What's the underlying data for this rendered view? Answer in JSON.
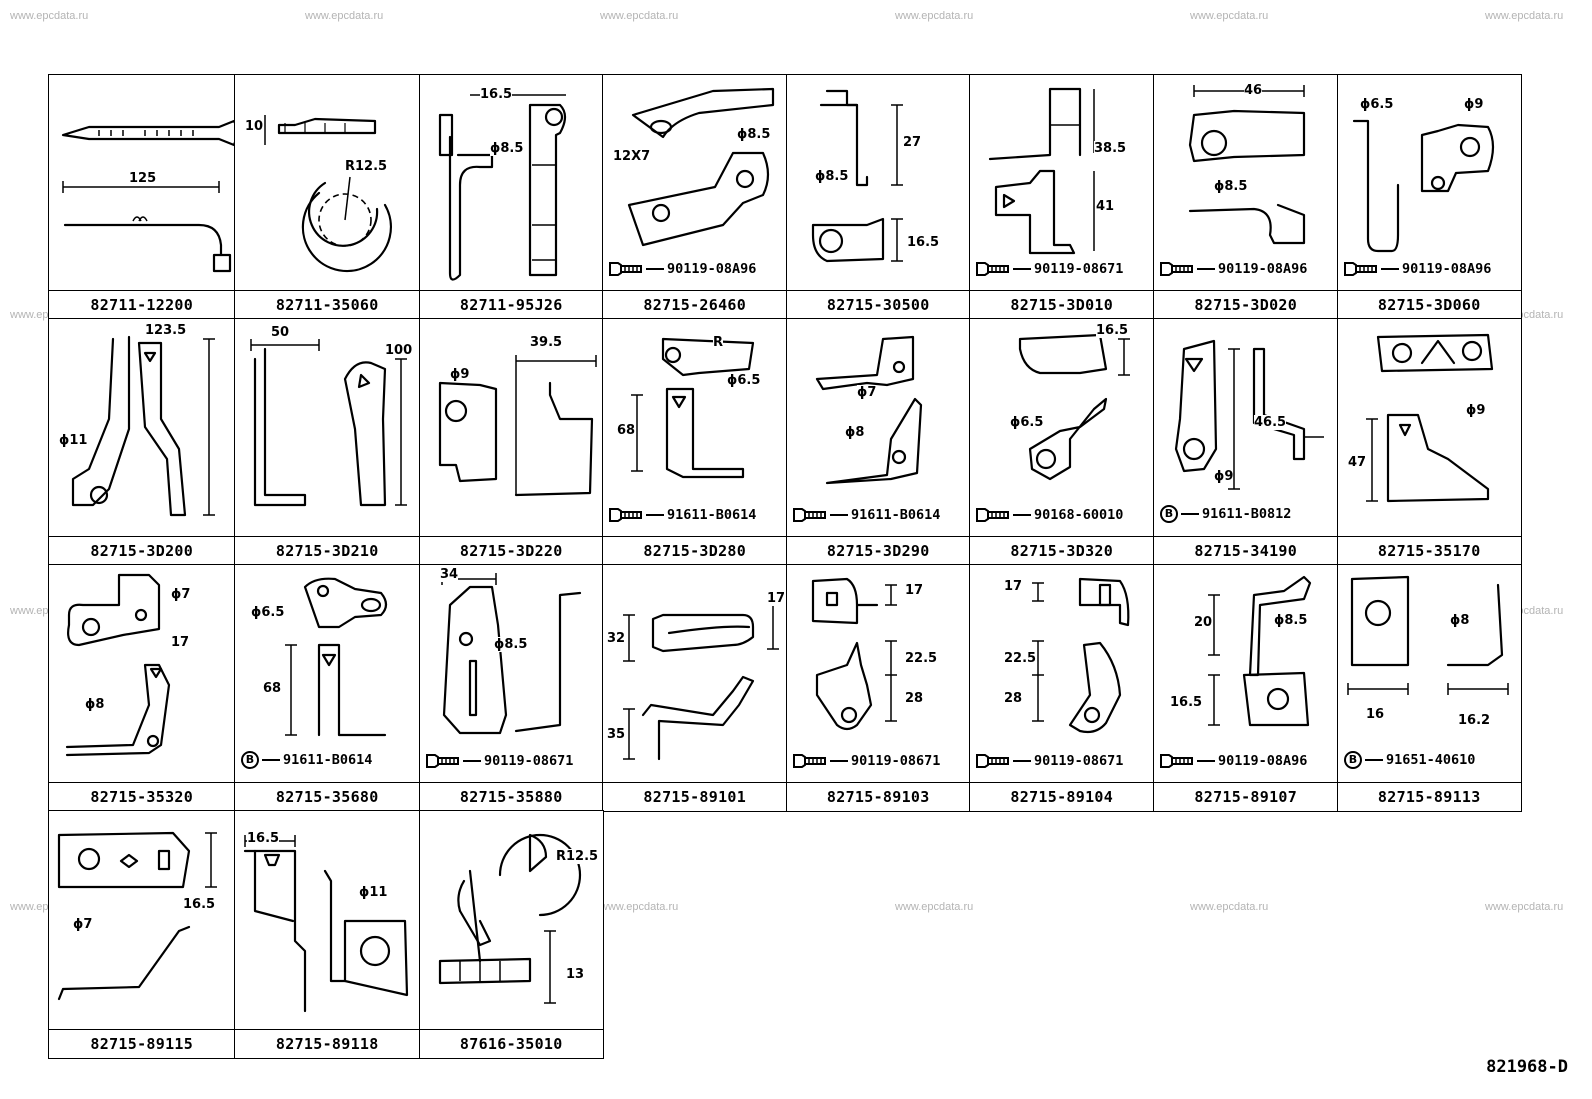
{
  "watermark": "www.epcdata.ru",
  "diagram_code": "821968-D",
  "cells": [
    {
      "part": "82711-12200",
      "dims": [
        "125"
      ],
      "fastener": null
    },
    {
      "part": "82711-35060",
      "dims": [
        "10",
        "R12.5"
      ],
      "fastener": null
    },
    {
      "part": "82711-95J26",
      "dims": [
        "16.5",
        "ϕ8.5"
      ],
      "fastener": null
    },
    {
      "part": "82715-26460",
      "dims": [
        "12X7",
        "ϕ8.5"
      ],
      "fastener": {
        "type": "bolt",
        "number": "90119-08A96"
      }
    },
    {
      "part": "82715-30500",
      "dims": [
        "27",
        "ϕ8.5",
        "16.5"
      ],
      "fastener": null
    },
    {
      "part": "82715-3D010",
      "dims": [
        "38.5",
        "41"
      ],
      "fastener": {
        "type": "bolt",
        "number": "90119-08671"
      }
    },
    {
      "part": "82715-3D020",
      "dims": [
        "46",
        "ϕ8.5"
      ],
      "fastener": {
        "type": "bolt",
        "number": "90119-08A96"
      }
    },
    {
      "part": "82715-3D060",
      "dims": [
        "ϕ6.5",
        "ϕ9"
      ],
      "fastener": {
        "type": "bolt",
        "number": "90119-08A96"
      }
    },
    {
      "part": "82715-3D200",
      "dims": [
        "123.5",
        "ϕ11"
      ],
      "fastener": null
    },
    {
      "part": "82715-3D210",
      "dims": [
        "50",
        "100"
      ],
      "fastener": null
    },
    {
      "part": "82715-3D220",
      "dims": [
        "ϕ9",
        "39.5"
      ],
      "fastener": null
    },
    {
      "part": "82715-3D280",
      "dims": [
        "R",
        "ϕ6.5",
        "68"
      ],
      "fastener": {
        "type": "bolt",
        "number": "91611-B0614"
      }
    },
    {
      "part": "82715-3D290",
      "dims": [
        "ϕ7",
        "ϕ8"
      ],
      "fastener": {
        "type": "bolt",
        "number": "91611-B0614"
      }
    },
    {
      "part": "82715-3D320",
      "dims": [
        "16.5",
        "ϕ6.5"
      ],
      "fastener": {
        "type": "bolt",
        "number": "90168-60010"
      }
    },
    {
      "part": "82715-34190",
      "dims": [
        "46.5",
        "ϕ9"
      ],
      "fastener": {
        "type": "B",
        "number": "91611-B0812"
      }
    },
    {
      "part": "82715-35170",
      "dims": [
        "ϕ9",
        "47"
      ],
      "fastener": null
    },
    {
      "part": "82715-35320",
      "dims": [
        "ϕ7",
        "17",
        "ϕ8"
      ],
      "fastener": null
    },
    {
      "part": "82715-35680",
      "dims": [
        "ϕ6.5",
        "68"
      ],
      "fastener": {
        "type": "B",
        "number": "91611-B0614"
      }
    },
    {
      "part": "82715-35880",
      "dims": [
        "34",
        "ϕ8.5"
      ],
      "fastener": {
        "type": "bolt",
        "number": "90119-08671"
      }
    },
    {
      "part": "82715-89101",
      "dims": [
        "17",
        "32",
        "35"
      ],
      "fastener": null
    },
    {
      "part": "82715-89103",
      "dims": [
        "17",
        "22.5",
        "28"
      ],
      "fastener": {
        "type": "bolt",
        "number": "90119-08671"
      }
    },
    {
      "part": "82715-89104",
      "dims": [
        "17",
        "22.5",
        "28"
      ],
      "fastener": {
        "type": "bolt",
        "number": "90119-08671"
      }
    },
    {
      "part": "82715-89107",
      "dims": [
        "20",
        "ϕ8.5",
        "16.5"
      ],
      "fastener": {
        "type": "bolt",
        "number": "90119-08A96"
      }
    },
    {
      "part": "82715-89113",
      "dims": [
        "ϕ8",
        "16",
        "16.2"
      ],
      "fastener": {
        "type": "B",
        "number": "91651-40610"
      }
    },
    {
      "part": "82715-89115",
      "dims": [
        "16.5",
        "ϕ7"
      ],
      "fastener": null
    },
    {
      "part": "82715-89118",
      "dims": [
        "16.5",
        "ϕ11"
      ],
      "fastener": null
    },
    {
      "part": "87616-35010",
      "dims": [
        "R12.5",
        "13"
      ],
      "fastener": null
    }
  ]
}
